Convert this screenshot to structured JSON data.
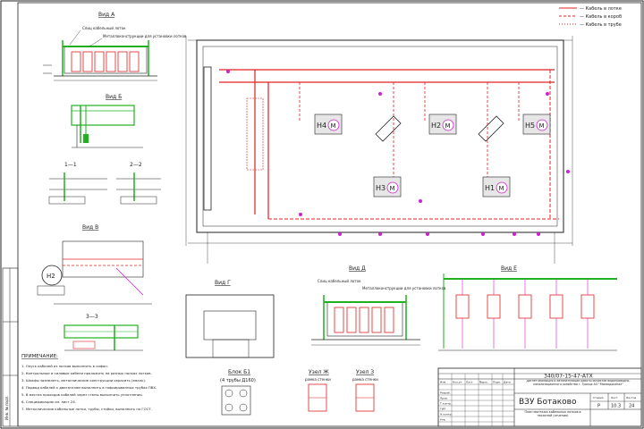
{
  "legend": {
    "items": [
      "— Кабель в лотке",
      "— Кабель в короб",
      "— Кабель в трубе"
    ],
    "colors": {
      "cable": "#e02020",
      "tray": "#20b020",
      "magenta": "#d020d0",
      "ink": "#222222"
    }
  },
  "views": {
    "A": {
      "title": "Вид А",
      "tray_label": "Слиц кабельный лоток",
      "struct_label": "Металлоконструкции для установки лотков"
    },
    "B": {
      "title": "Вид Б"
    },
    "V": {
      "title": "Вид В",
      "pump": "Н2"
    },
    "G": {
      "title": "Вид Г"
    },
    "D": {
      "title": "Вид Д",
      "tray_label": "Слиц кабельный лоток",
      "struct_label": "Металлоконструкции для установки лотков"
    },
    "E": {
      "title": "Вид Е"
    }
  },
  "sections": {
    "s11": "1—1",
    "s22": "2—2",
    "s33": "3—3"
  },
  "nodes": {
    "zh": "Узел Ж",
    "z": "Узел З",
    "zh_sub": "рамка стенки",
    "z_sub": "рамка стенки"
  },
  "block": {
    "title": "Блок Б1",
    "sub": "(4 трубы Д160)"
  },
  "motors": [
    {
      "id": "Н4",
      "sym": "М"
    },
    {
      "id": "Н2",
      "sym": "М"
    },
    {
      "id": "Н5",
      "sym": "М"
    },
    {
      "id": "Н3",
      "sym": "М"
    },
    {
      "id": "Н1",
      "sym": "М"
    }
  ],
  "notes": {
    "header": "ПРИМЕЧАНИЕ:",
    "lines": [
      "1. Опуск кабелей из лотков выполнить в сифон.",
      "2. Контрольные и силовые кабели проложить на разных полках лотков.",
      "3. Шкафы заземлить, металлические конструкции окрасить (эмаль).",
      "4. Подвод кабелей к двигателям выполнить в гофрированных трубах ПВХ.",
      "5. В местах проходов кабелей через стены выполнить уплотнения.",
      "6. Спецификацию см. лист 24.",
      "7. Металлические кабельные лотки, трубы, стойки, выполнить по ГОСТ."
    ]
  },
  "title_block": {
    "code": "340/07-15-47-АТХ",
    "description": "Диспетчеризация и автоматизация работы объектов водопроводно-канализационного хозяйства г. Троицк АО \"Мосводоканал\"",
    "object": "ВЗУ Ботаково",
    "stage_label": "Стадия",
    "sheet_label": "Лист",
    "sheets_label": "Листов",
    "stage": "Р",
    "sheet": "10.3",
    "sheets": "24",
    "drawing_title": "План монтажа кабельных лотков в насосной (сечения)",
    "rows": [
      "Изм.",
      "Кол.уч",
      "Лист",
      "№док.",
      "Подп.",
      "Дата"
    ],
    "roles": [
      "Разраб.",
      "Пров.",
      "Т.контр.",
      "ГИП",
      "Н.контр.",
      "Утв."
    ]
  },
  "stamp": {
    "text": "Инв. № подл."
  }
}
